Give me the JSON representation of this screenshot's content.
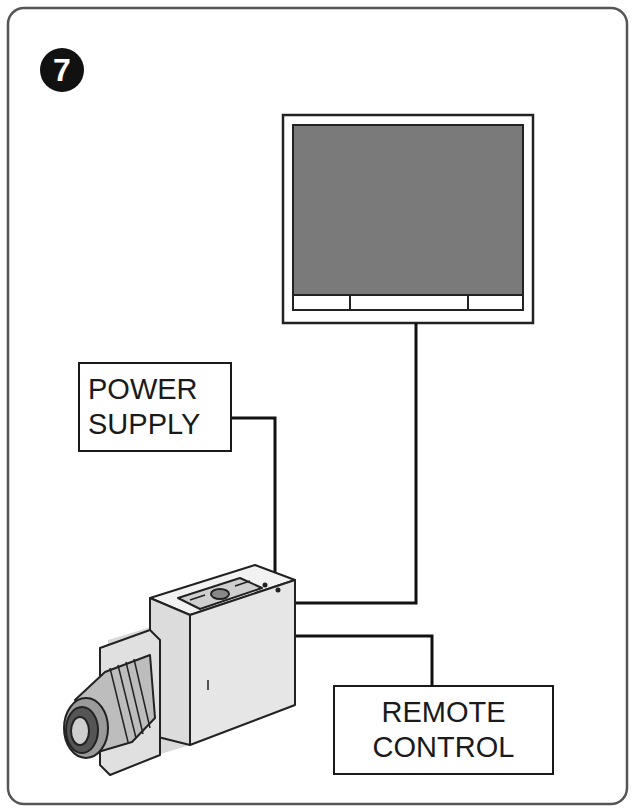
{
  "diagram": {
    "nodes": [
      {
        "text": [
          "POWER SUPPLY"
        ]
      },
      {
        "text": [
          "REMOTE CONTROL"
        ]
      }
    ],
    "labels": [
      "7"
    ]
  }
}
